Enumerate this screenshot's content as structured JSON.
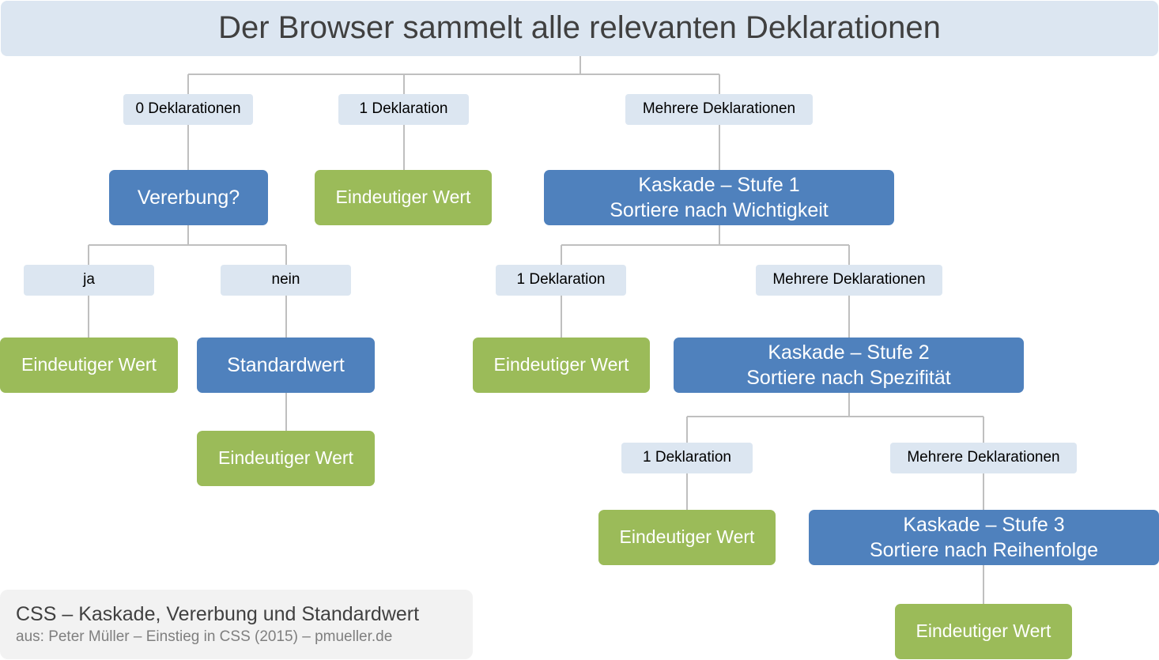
{
  "title": "Der Browser sammelt alle relevanten Deklarationen",
  "labels": {
    "zero_declarations": "0 Deklarationen",
    "one_declaration": "1 Deklaration",
    "multiple_declarations": "Mehrere Deklarationen",
    "yes": "ja",
    "no": "nein"
  },
  "nodes": {
    "inheritance": "Vererbung?",
    "unique_value": "Eindeutiger Wert",
    "default_value": "Standardwert",
    "cascade_1": {
      "line1": "Kaskade – Stufe 1",
      "line2": "Sortiere nach Wichtigkeit"
    },
    "cascade_2": {
      "line1": "Kaskade – Stufe 2",
      "line2": "Sortiere nach Spezifität"
    },
    "cascade_3": {
      "line1": "Kaskade – Stufe 3",
      "line2": "Sortiere nach Reihenfolge"
    }
  },
  "footer": {
    "title": "CSS – Kaskade, Vererbung und Standardwert",
    "source": "aus: Peter Müller – Einstieg in CSS (2015) – pmueller.de"
  },
  "colors": {
    "label_bg": "#dce6f1",
    "decision_blue": "#4f81bd",
    "result_green": "#9bbb59",
    "connector_gray": "#bfbfbf",
    "footer_bg": "#f2f2f2"
  }
}
